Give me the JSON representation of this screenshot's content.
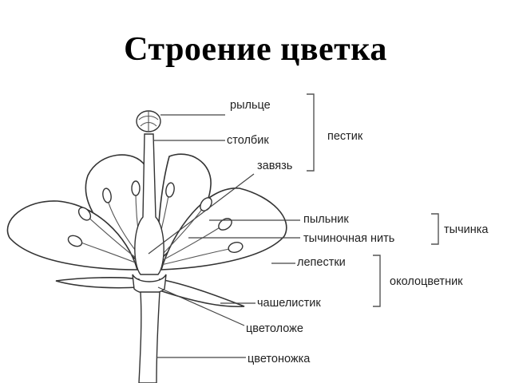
{
  "title": "Строение цветка",
  "labels": {
    "stigma": "рыльце",
    "style": "столбик",
    "ovary": "завязь",
    "anther": "пыльник",
    "filament": "тычиночная нить",
    "petals": "лепестки",
    "sepal": "чашелистик",
    "receptacle": "цветоложе",
    "pedicel": "цветоножка"
  },
  "groups": {
    "pistil": "пестик",
    "stamen": "тычинка",
    "perianth": "околоцветник"
  },
  "colors": {
    "text": "#222222",
    "outline": "#333333",
    "background": "#ffffff"
  }
}
